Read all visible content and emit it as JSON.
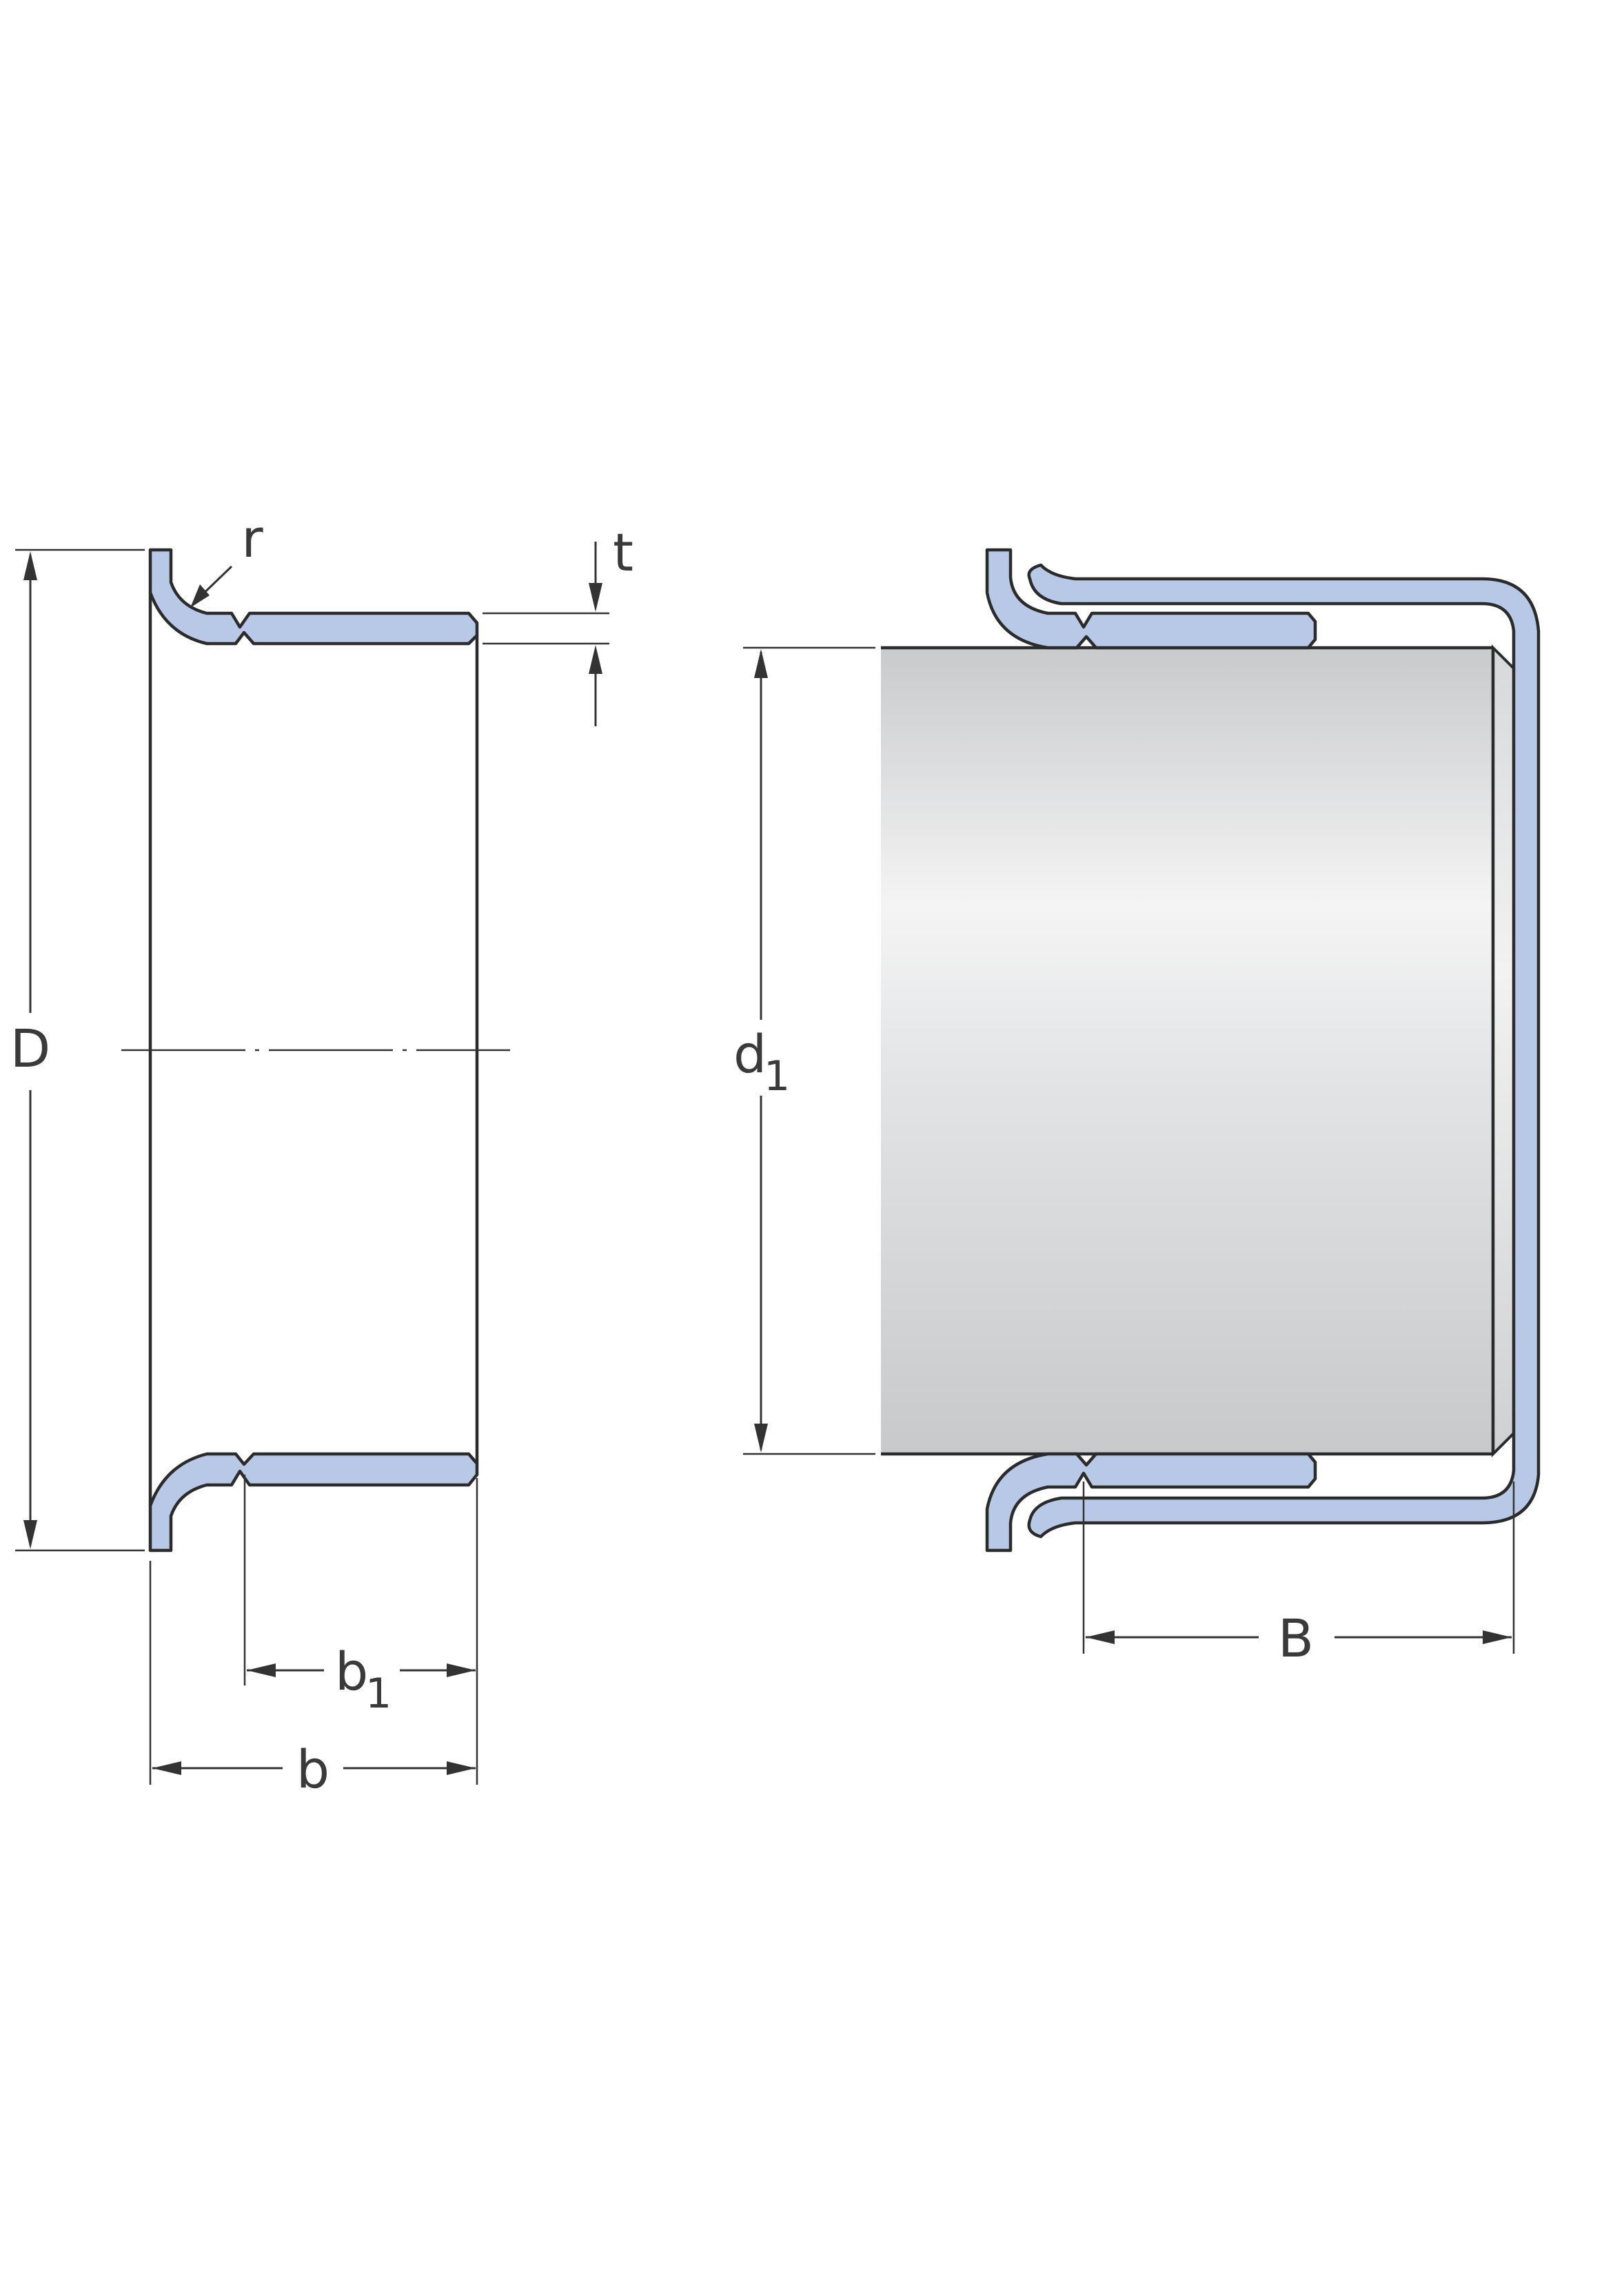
{
  "labels": {
    "D": "D",
    "r": "r",
    "t": "t",
    "b1_main": "b",
    "b1_sub": "1",
    "b": "b",
    "d1_main": "d",
    "d1_sub": "1",
    "B": "B"
  },
  "colors": {
    "sleeve_fill": "#b8c9e8",
    "outline": "#2b2b2b"
  }
}
